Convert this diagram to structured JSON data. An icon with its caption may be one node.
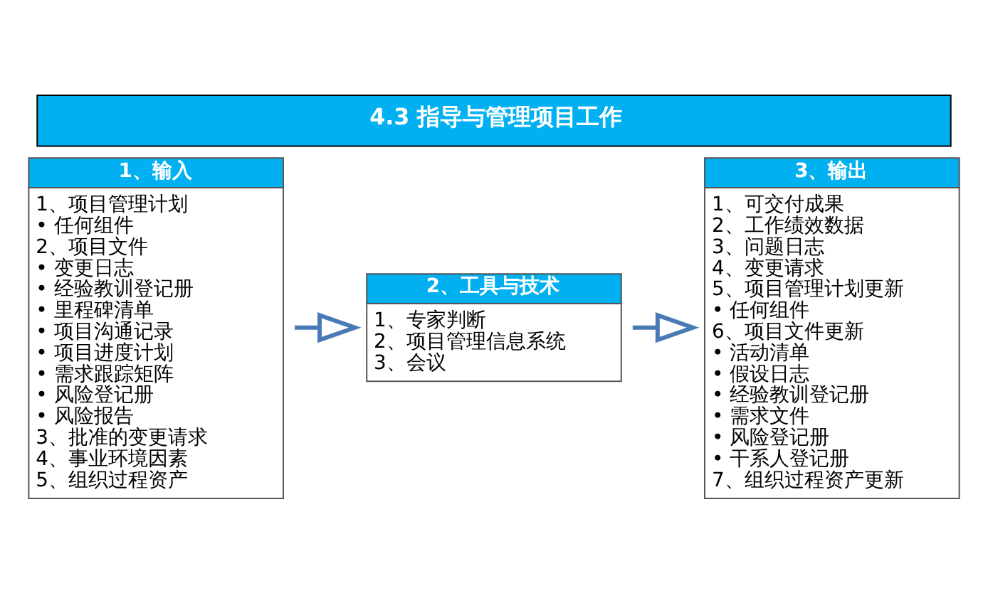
{
  "diagram": {
    "title": "4.3 指导与管理项目工作",
    "nodes": [
      {
        "text": [
          "1、输入",
          "1、项目管理计划",
          "• 任何组件",
          "2、项目文件",
          "• 变更日志",
          "• 经验教训登记册",
          "• 里程碑清单",
          "• 项目沟通记录",
          "• 项目进度计划",
          "• 需求跟踪矩阵",
          "• 风险登记册",
          "• 风险报告",
          "3、批准的变更请求",
          "4、事业环境因素",
          "5、组织过程资产"
        ]
      },
      {
        "text": [
          "2、工具与技术",
          "1、专家判断",
          "2、项目管理信息系统",
          "3、会议"
        ]
      },
      {
        "text": [
          "3、输出",
          "1、可交付成果",
          "2、工作绩效数据",
          "3、问题日志",
          "4、变更请求",
          "5、项目管理计划更新",
          "• 任何组件",
          "6、项目文件更新",
          "• 活动清单",
          "• 假设日志",
          "• 经验教训登记册",
          "• 需求文件",
          "• 风险登记册",
          "• 干系人登记册",
          "7、组织过程资产更新"
        ]
      }
    ],
    "edges": [
      {
        "from": 0,
        "to": 1,
        "arrow": "to"
      },
      {
        "from": 1,
        "to": 2,
        "arrow": "to"
      }
    ]
  }
}
